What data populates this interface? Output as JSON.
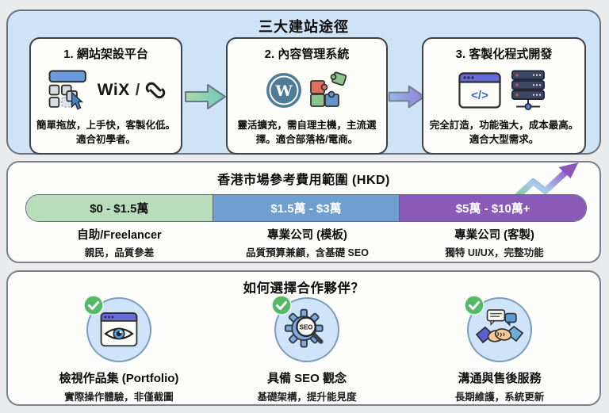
{
  "section_paths": {
    "title": "三大建站途徑",
    "cards": [
      {
        "title": "1. 網站架設平台",
        "brand_text": "WiX",
        "brand_separator": "/",
        "desc": "簡單拖放，上手快，客製化低。適合初學者。"
      },
      {
        "title": "2. 內容管理系統",
        "wordpress_letter": "W",
        "desc": "靈活擴充，需自理主機，主流選擇。適合部落格/電商。"
      },
      {
        "title": "3. 客製化程式開發",
        "code_glyph": "</>",
        "desc": "完全訂造，功能強大，成本最高。適合大型需求。"
      }
    ]
  },
  "section_pricing": {
    "title": "香港市場參考費用範圍 (HKD)",
    "tiers": [
      {
        "range": "$0 - $1.5萬",
        "label": "自助/Freelancer",
        "sub": "親民，品質參差",
        "color": "#b9ddba",
        "text_color": "#111111"
      },
      {
        "range": "$1.5萬 - $3萬",
        "label": "專業公司 (模板)",
        "sub": "品質預算兼顧，含基礎 SEO",
        "color": "#6f9ed1",
        "text_color": "#ffffff"
      },
      {
        "range": "$5萬 - $10萬+",
        "label": "專業公司 (客製)",
        "sub": "獨特 UI/UX，完整功能",
        "color": "#8a5ab8",
        "text_color": "#ffffff"
      }
    ]
  },
  "section_partner": {
    "title": "如何選擇合作夥伴？",
    "items": [
      {
        "label": "檢視作品集 (Portfolio)",
        "sub": "實際操作體驗，非僅截圖"
      },
      {
        "label": "具備 SEO 觀念",
        "sub": "基礎架構，提升能見度",
        "badge_text": "SEO"
      },
      {
        "label": "溝通與售後服務",
        "sub": "長期維護，系統更新"
      }
    ]
  },
  "accents": {
    "section_bg_blue": "#cfe3f7",
    "check_green": "#55b968",
    "wordpress_blue": "#4e7c98",
    "header_purple": "#666bd8"
  }
}
